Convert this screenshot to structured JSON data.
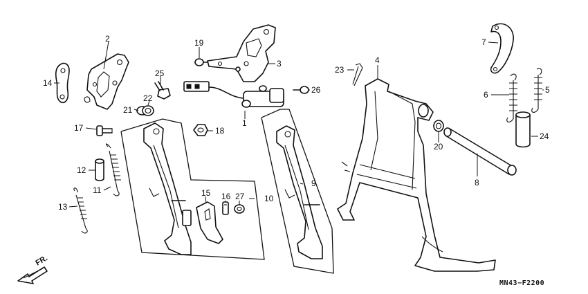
{
  "diagram": {
    "drawing_code": "MN43−F2200",
    "direction_label": "FR.",
    "callouts": {
      "p1": "1",
      "p2": "2",
      "p3": "3",
      "p4": "4",
      "p5": "5",
      "p6": "6",
      "p7": "7",
      "p8": "8",
      "p9": "9",
      "p10": "10",
      "p11": "11",
      "p12": "12",
      "p13": "13",
      "p14": "14",
      "p15": "15",
      "p16": "16",
      "p17": "17",
      "p18": "18",
      "p19": "19",
      "p20": "20",
      "p21": "21",
      "p22": "22",
      "p23": "23",
      "p24": "24",
      "p25": "25",
      "p26": "26",
      "p27": "27"
    }
  }
}
